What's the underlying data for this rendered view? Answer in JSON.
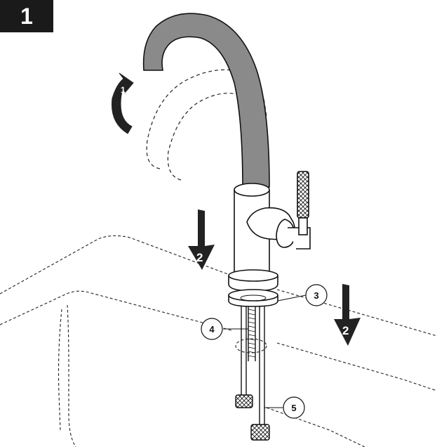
{
  "step": {
    "number": "1"
  },
  "arrows": {
    "rotate": {
      "number": "1"
    },
    "down_left": {
      "number": "2"
    },
    "down_right": {
      "number": "2"
    }
  },
  "callouts": [
    {
      "number": "3"
    },
    {
      "number": "4"
    },
    {
      "number": "5"
    }
  ],
  "colors": {
    "spout": "#8a8a8a",
    "outline": "#111111",
    "badge": "#1a1a1a"
  }
}
